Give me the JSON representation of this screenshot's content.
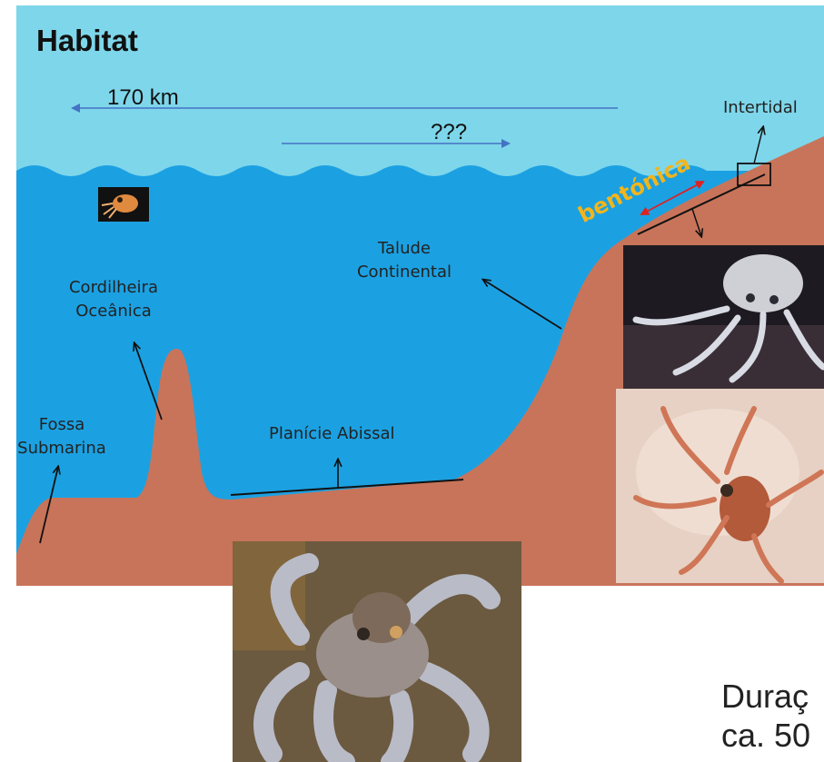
{
  "title": "Habitat",
  "surface_distances": {
    "drift_left": "170 km",
    "drift_right": "???"
  },
  "zones": {
    "intertidal": "Intertidal",
    "slope_line1": "Talude",
    "slope_line2": "Continental",
    "ridge_line1": "Cordilheira",
    "ridge_line2": "Oceânica",
    "trench_line1": "Fossa",
    "trench_line2": "Submarina",
    "abyssal_plain": "Planície Abissal"
  },
  "benthic_label": "bentónica",
  "duration": {
    "line1": "Duraç",
    "line2": "ca. 50"
  },
  "photos": [
    "planktonic-paralarva",
    "juvenile-octopus-on-rock",
    "juvenile-octopus-in-hand",
    "adult-octopus-on-seabed"
  ],
  "colors": {
    "sky": "#7ed6ea",
    "ocean": "#1ba1e2",
    "seabed": "#c8745a",
    "arrow_blue": "#4472c4",
    "benthic_text": "#f2b51c",
    "range_arrow": "#e02020"
  }
}
